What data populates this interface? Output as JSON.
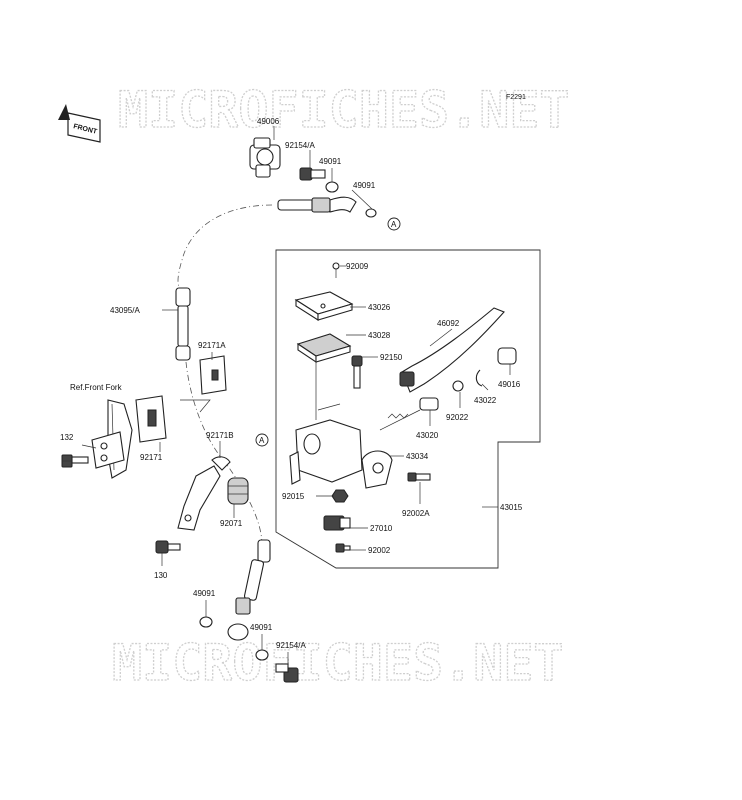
{
  "diagram_code": "F2291",
  "watermark_top": "MICROFICHES.NET",
  "watermark_bottom": "MICROFICHES.NET",
  "front_badge": "FRONT",
  "reference_label": "Ref.Front Fork",
  "connector_a": "A",
  "parts": {
    "p49006": "49006",
    "p92154a_top": "92154/A",
    "p49091_top1": "49091",
    "p49091_top2": "49091",
    "p43095a": "43095/A",
    "p92171a": "92171A",
    "p92171": "92171",
    "p132": "132",
    "p92171b": "92171B",
    "p92071": "92071",
    "p130": "130",
    "p49091_bot1": "49091",
    "p49091_bot2": "49091",
    "p92154a_bot": "92154/A",
    "p92009": "92009",
    "p43026": "43026",
    "p43028": "43028",
    "p92150": "92150",
    "p46092": "46092",
    "p49016": "49016",
    "p43022": "43022",
    "p92022": "92022",
    "p43020": "43020",
    "p43034": "43034",
    "p92015": "92015",
    "p92002a": "92002A",
    "p43015": "43015",
    "p27010": "27010",
    "p92002": "92002"
  }
}
